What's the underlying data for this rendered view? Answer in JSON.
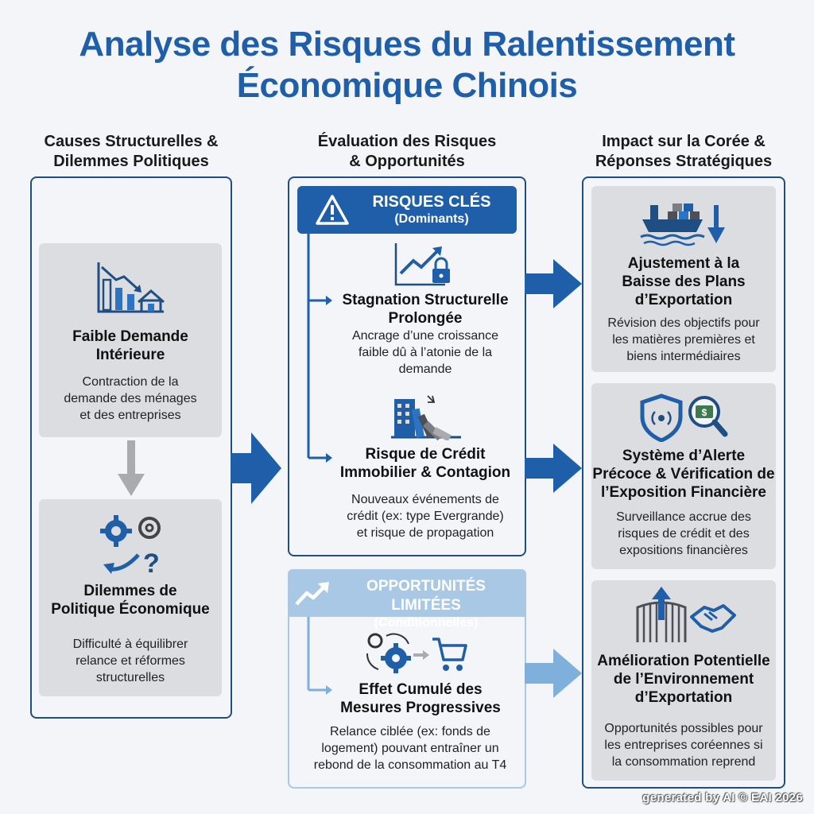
{
  "title": {
    "line1": "Analyse des Risques du Ralentissement",
    "line2": "Économique Chinois"
  },
  "columns": {
    "left": {
      "heading_line1": "Causes Structurelles &",
      "heading_line2": "Dilemmes Politiques",
      "cards": [
        {
          "icon": "declining-bar-chart-house-icon",
          "title_line1": "Faible Demande",
          "title_line2": "Intérieure",
          "desc_line1": "Contraction de la",
          "desc_line2": "demande des ménages",
          "desc_line3": "et des entreprises"
        },
        {
          "icon": "gears-question-icon",
          "title_line1": "Dilemmes de",
          "title_line2": "Politique Économique",
          "desc_line1": "Difficulté à équilibrer",
          "desc_line2": "relance et réformes",
          "desc_line3": "structurelles"
        }
      ]
    },
    "middle": {
      "heading_line1": "Évaluation des Risques",
      "heading_line2": "& Opportunités",
      "risks_banner": {
        "icon": "warning-triangle-icon",
        "title": "RISQUES CLÉS",
        "subtitle": "(Dominants)"
      },
      "risks": [
        {
          "icon": "trend-lock-icon",
          "title_line1": "Stagnation Structurelle",
          "title_line2": "Prolongée",
          "desc_line1": "Ancrage d’une croissance",
          "desc_line2": "faible dû à l’atonie de la",
          "desc_line3": "demande"
        },
        {
          "icon": "falling-buildings-icon",
          "title_line1": "Risque de Crédit",
          "title_line2": "Immobilier & Contagion",
          "desc_line1": "Nouveaux événements de",
          "desc_line2": "crédit (ex: type Evergrande)",
          "desc_line3": "et risque de propagation"
        }
      ],
      "opportunities_banner": {
        "icon": "upward-trend-icon",
        "title": "OPPORTUNITÉS LIMITÉES",
        "subtitle": "(Conditionnelles)"
      },
      "opportunities": [
        {
          "icon": "gears-cart-icon",
          "title_line1": "Effet Cumulé des",
          "title_line2": "Mesures Progressives",
          "desc_line1": "Relance ciblée (ex: fonds de",
          "desc_line2": "logement) pouvant entraîner un",
          "desc_line3": "rebond de la consommation au T4"
        }
      ]
    },
    "right": {
      "heading_line1": "Impact sur la Corée &",
      "heading_line2": "Réponses Stratégiques",
      "cards": [
        {
          "icon": "cargo-ship-down-arrow-icon",
          "title_line1": "Ajustement à la",
          "title_line2": "Baisse des Plans",
          "title_line3": "d’Exportation",
          "desc_line1": "Révision des objectifs pour",
          "desc_line2": "les matières premières et",
          "desc_line3": "biens intermédiaires"
        },
        {
          "icon": "shield-magnifier-icon",
          "title_line1": "Système d’Alerte",
          "title_line2": "Précoce & Vérification de",
          "title_line3": "l’Exposition Financière",
          "desc_line1": "Surveillance accrue des",
          "desc_line2": "risques de crédit et des",
          "desc_line3": "expositions financières"
        },
        {
          "icon": "gate-handshake-icon",
          "title_line1": "Amélioration Potentielle",
          "title_line2": "de l’Environnement",
          "title_line3": "d’Exportation",
          "desc_line1": "Opportunités possibles pour",
          "desc_line2": "les entreprises coréennes si",
          "desc_line3": "la consommation reprend"
        }
      ]
    }
  },
  "colors": {
    "title_blue": "#1f5ea8",
    "dark_blue": "#1f5ea8",
    "light_blue": "#7fb0dc",
    "card_gray": "#dcdde0",
    "frame_border": "#1f4f82"
  },
  "watermark": "generated by AI © EAI 2026"
}
